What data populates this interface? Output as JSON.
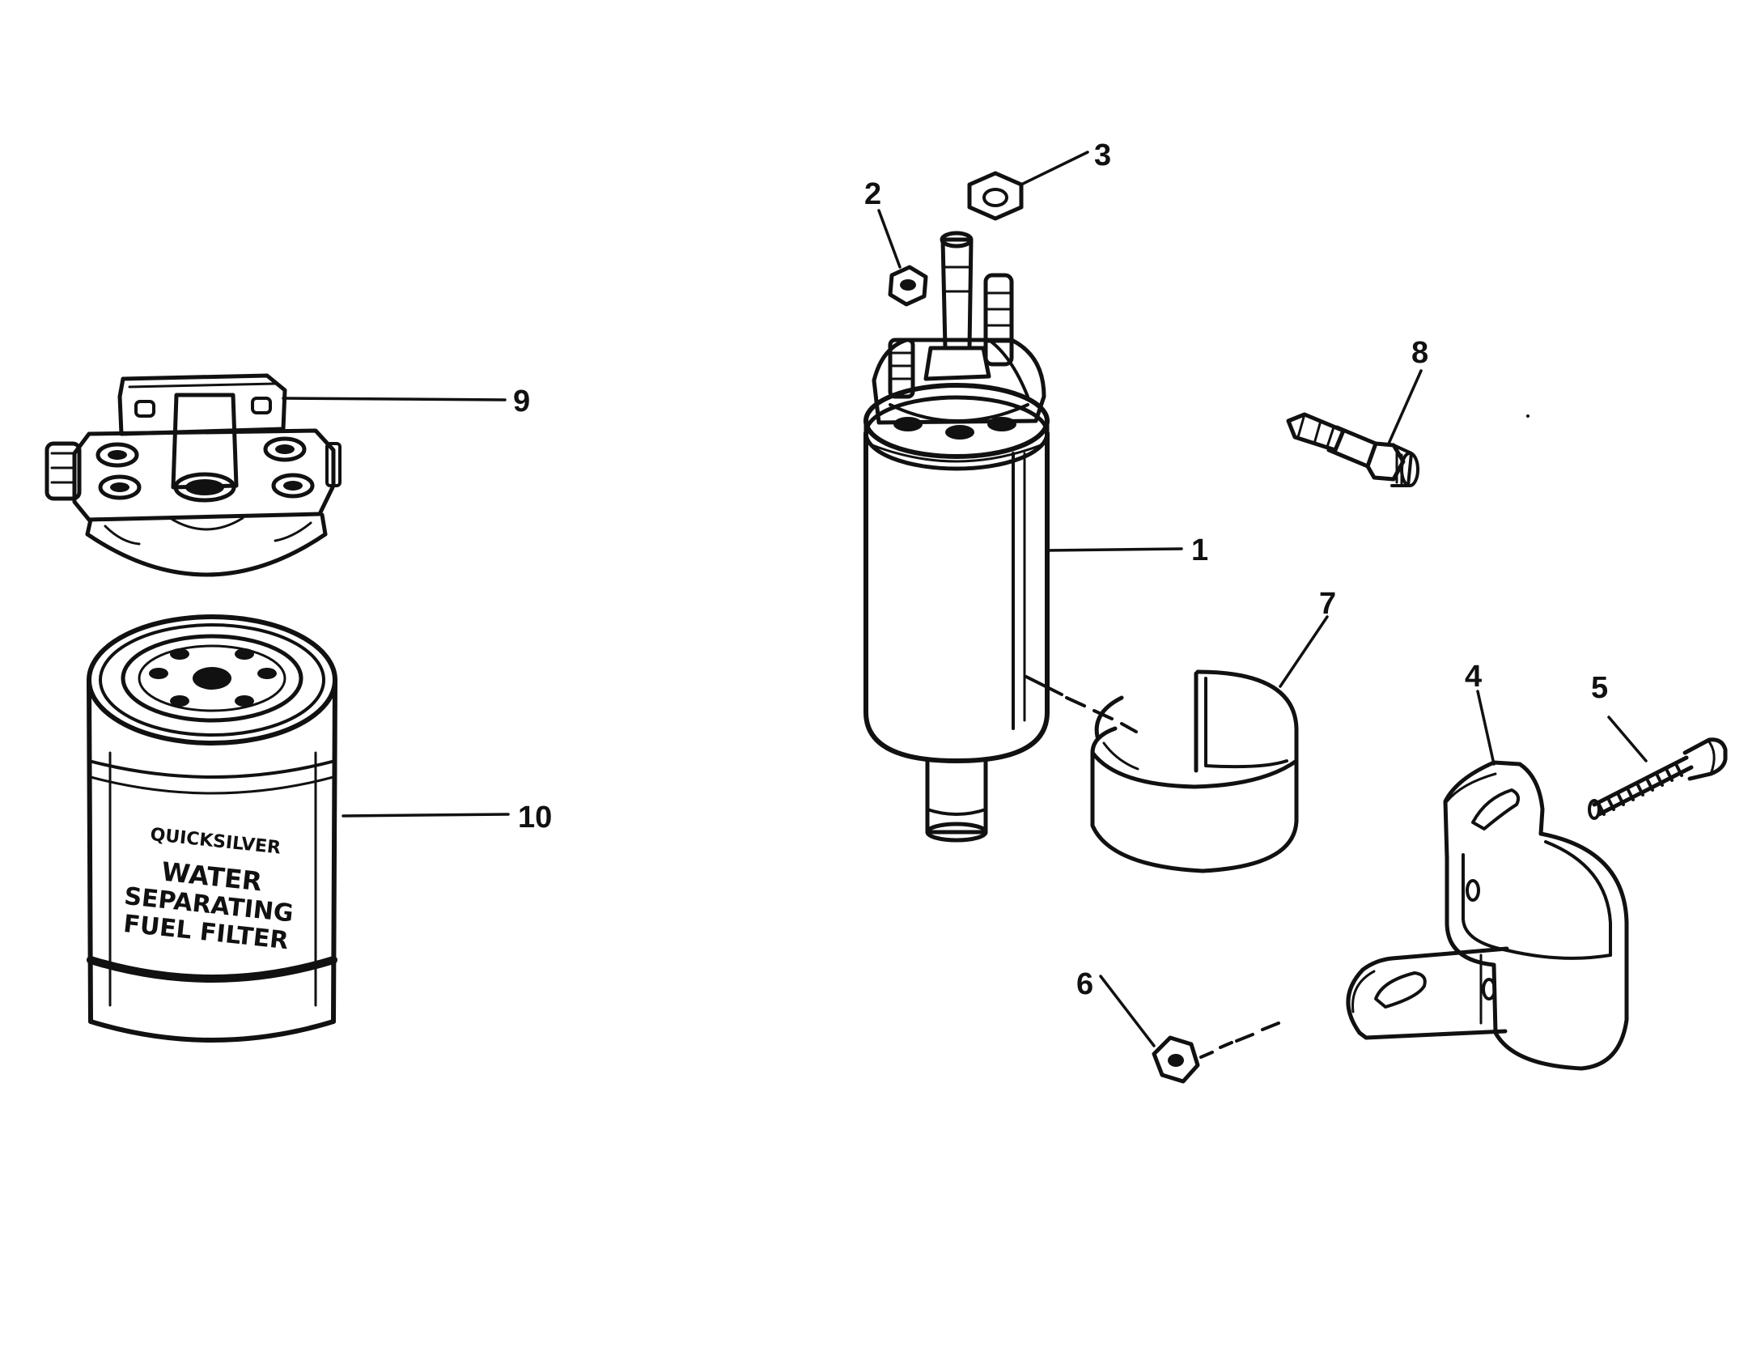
{
  "diagram": {
    "ink_color": "#111111",
    "background_color": "#ffffff",
    "callouts": [
      {
        "id": "c1",
        "number": "1"
      },
      {
        "id": "c2",
        "number": "2"
      },
      {
        "id": "c3",
        "number": "3"
      },
      {
        "id": "c4",
        "number": "4"
      },
      {
        "id": "c5",
        "number": "5"
      },
      {
        "id": "c6",
        "number": "6"
      },
      {
        "id": "c7",
        "number": "7"
      },
      {
        "id": "c8",
        "number": "8"
      },
      {
        "id": "c9",
        "number": "9"
      },
      {
        "id": "c10",
        "number": "10"
      }
    ],
    "filter_label": {
      "brand": "QUICKSILVER",
      "line1": "WATER",
      "line2": "SEPARATING",
      "line3": "FUEL FILTER"
    }
  }
}
